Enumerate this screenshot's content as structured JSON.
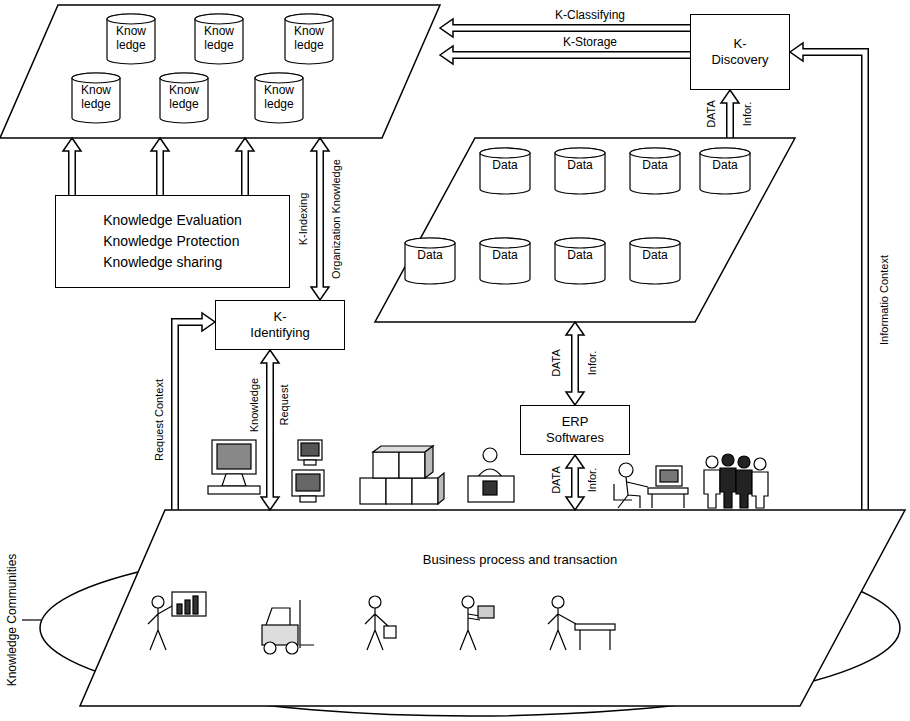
{
  "diagram": {
    "nodes": [
      {
        "text": []
      },
      {
        "text": [
          "Know ledge"
        ],
        "in": 0
      },
      {
        "text": [
          "Know ledge"
        ],
        "in": 0
      },
      {
        "text": [
          "Know ledge"
        ],
        "in": 0
      },
      {
        "text": [
          "Know ledge"
        ],
        "in": 0
      },
      {
        "text": [
          "Know ledge"
        ],
        "in": 0
      },
      {
        "text": [
          "Know ledge"
        ],
        "in": 0
      },
      {
        "text": [
          "K- Discovery"
        ]
      },
      {
        "text": []
      },
      {
        "text": [
          "Data"
        ],
        "in": 8
      },
      {
        "text": [
          "Data"
        ],
        "in": 8
      },
      {
        "text": [
          "Data"
        ],
        "in": 8
      },
      {
        "text": [
          "Data"
        ],
        "in": 8
      },
      {
        "text": [
          "Data"
        ],
        "in": 8
      },
      {
        "text": [
          "Data"
        ],
        "in": 8
      },
      {
        "text": [
          "Data"
        ],
        "in": 8
      },
      {
        "text": [
          "Data"
        ],
        "in": 8
      },
      {
        "text": [
          "Knowledge Evaluation",
          "Knowledge Protection",
          "Knowledge sharing"
        ]
      },
      {
        "text": [
          "K- Identifying"
        ]
      },
      {
        "text": [
          "ERP Softwares"
        ]
      },
      {
        "text": [
          "Business process and transaction"
        ]
      }
    ],
    "edges": [
      {
        "from": 7,
        "to": 0,
        "arrow": "to",
        "label": "K-Classifying"
      },
      {
        "from": 7,
        "to": 0,
        "arrow": "to",
        "label": "K-Storage"
      },
      {
        "from": 8,
        "to": 7,
        "arrow": "to",
        "label": "DATA"
      },
      {
        "from": 17,
        "to": 0,
        "arrow": "to"
      },
      {
        "from": 17,
        "to": 0,
        "arrow": "to"
      },
      {
        "from": 17,
        "to": 0,
        "arrow": "to"
      },
      {
        "from": 18,
        "to": 0,
        "arrow": "both",
        "label": "K-Indexing"
      },
      {
        "from": 8,
        "to": 19,
        "arrow": "both",
        "label": "DATA"
      },
      {
        "from": 19,
        "to": 20,
        "arrow": "both",
        "label": "DATA"
      },
      {
        "from": 18,
        "to": 20,
        "arrow": "both",
        "label": "Knowledge"
      },
      {
        "from": 20,
        "to": 18,
        "arrow": "to",
        "label": "Request Context"
      },
      {
        "from": 20,
        "to": 7,
        "arrow": "to",
        "label": "Informatio Context"
      }
    ],
    "labels": [
      "Organization Knowledge",
      "Infor.",
      "Infor.",
      "Infor.",
      "Request",
      "Knowledge Communities"
    ]
  }
}
